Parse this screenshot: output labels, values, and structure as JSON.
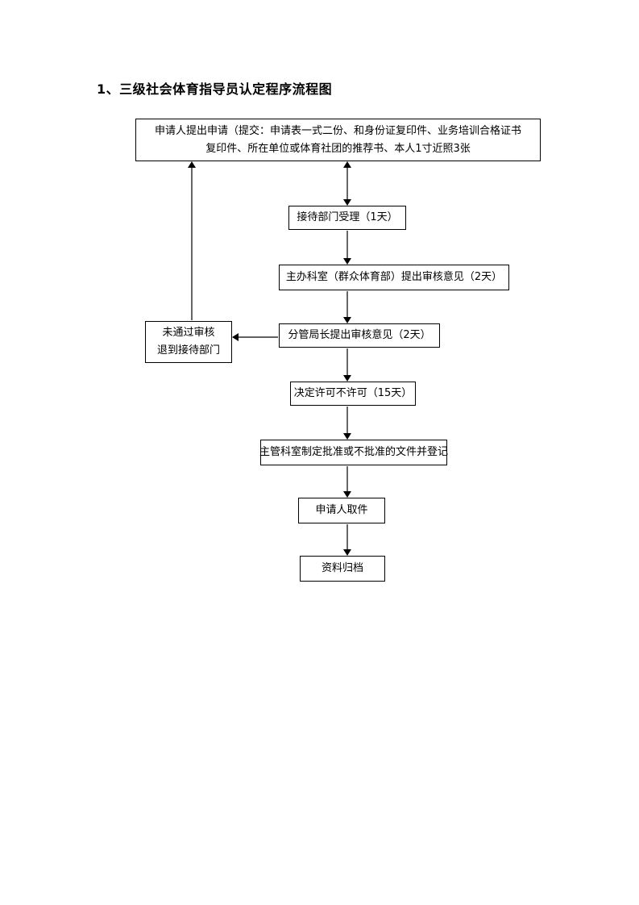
{
  "title": "1、三级社会体育指导员认定程序流程图",
  "nodes": {
    "apply": {
      "line1": "申请人提出申请（提交：申请表一式二份、和身份证复印件、业务培训合格证书",
      "line2": "复印件、所在单位或体育社团的推荐书、本人1寸近照3张"
    },
    "accept": "接待部门受理（1天）",
    "host_office": "主办科室（群众体育部）提出审核意见（2天）",
    "director": "分管局长提出审核意见（2天）",
    "reject": {
      "line1": "未通过审核",
      "line2": "退到接待部门"
    },
    "decide": "决定许可不许可（15天）",
    "register": "主管科室制定批准或不批准的文件并登记",
    "pickup": "申请人取件",
    "archive": "资料归档"
  }
}
